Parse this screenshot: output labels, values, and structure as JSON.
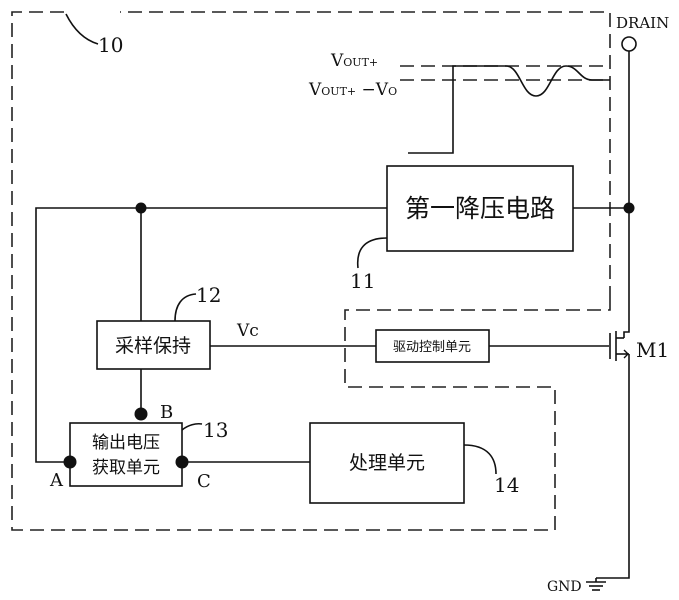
{
  "labels": {
    "block_10_ref": "10",
    "block_11_ref": "11",
    "block_12_ref": "12",
    "block_13_ref": "13",
    "block_14_ref": "14",
    "drain": "DRAIN",
    "gnd": "GND",
    "transistor": "M1",
    "vc": "Vc",
    "node_a": "A",
    "node_b": "B",
    "node_c": "C",
    "vout_plus": {
      "main": "V",
      "sub": "OUT+"
    },
    "vout_minus": {
      "main": "V",
      "sub": "OUT+",
      "mid": " −V",
      "sub2": "O"
    }
  },
  "blocks": {
    "step_down": "第一降压电路",
    "sample_hold": "采样保持",
    "voltage_acquire_line1": "输出电压",
    "voltage_acquire_line2": "获取单元",
    "processing": "处理单元",
    "drive_control": "驱动控制单元"
  }
}
